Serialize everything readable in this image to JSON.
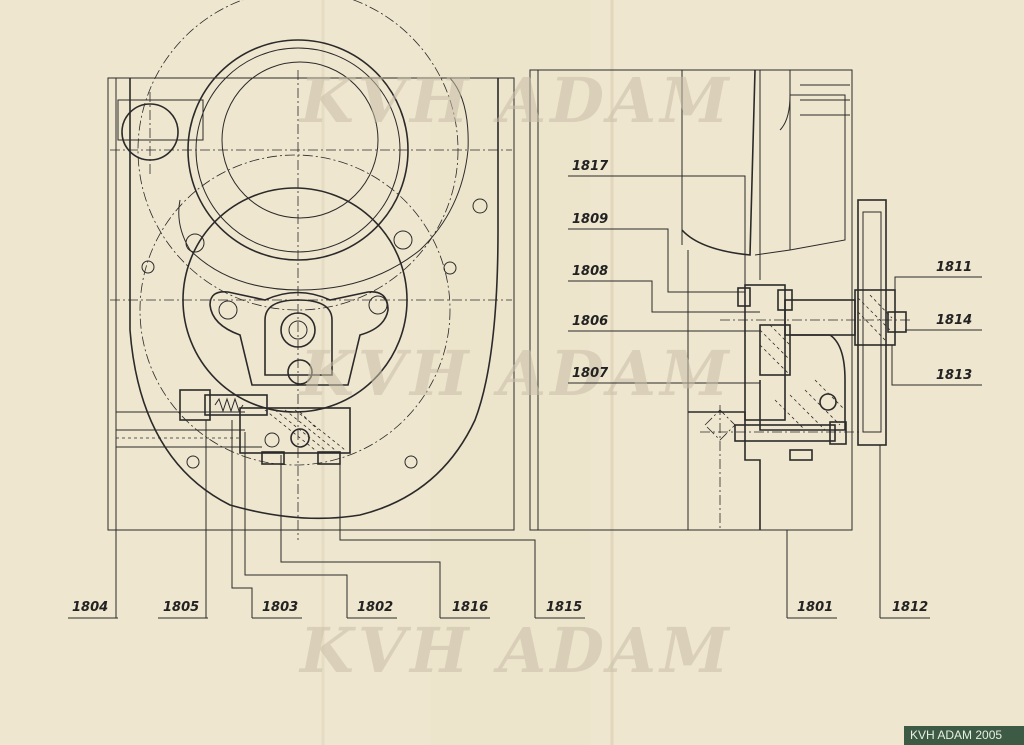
{
  "drawing": {
    "callouts_top": [
      "1817",
      "1809",
      "1808",
      "1806",
      "1807"
    ],
    "callouts_right": [
      "1811",
      "1814",
      "1813"
    ],
    "callouts_bottom": [
      "1804",
      "1805",
      "1803",
      "1802",
      "1816",
      "1815",
      "1801",
      "1812"
    ]
  },
  "watermark": {
    "text": "KVH ADAM",
    "badge": "KVH ADAM 2005"
  }
}
